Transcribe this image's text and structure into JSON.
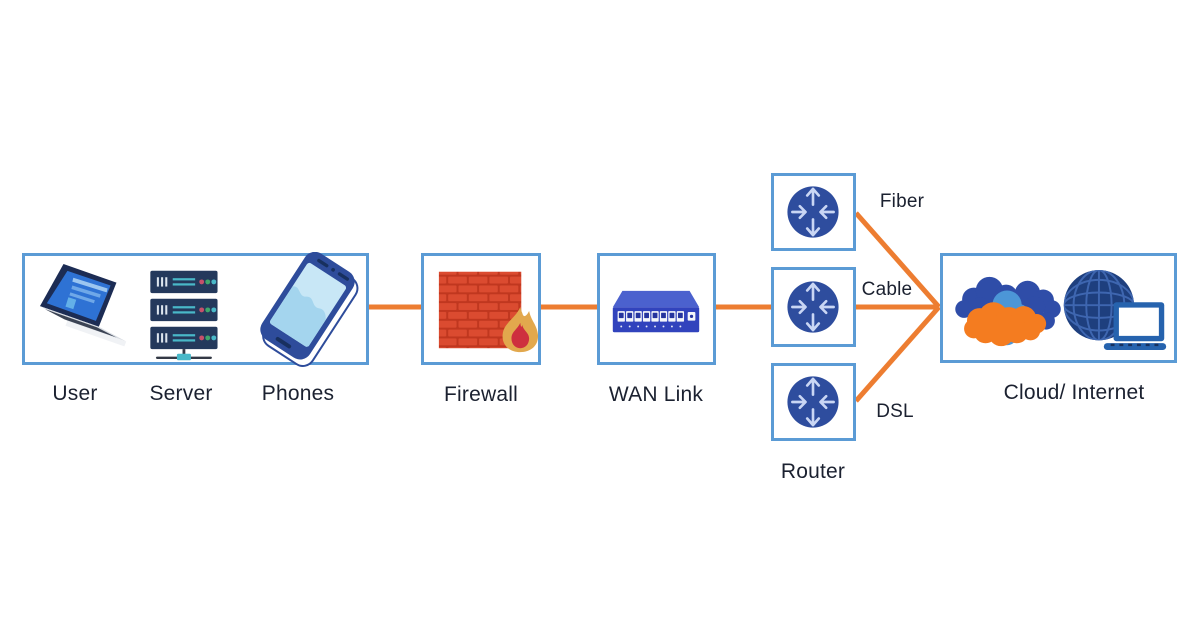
{
  "labels": {
    "user": "User",
    "server": "Server",
    "phones": "Phones",
    "firewall": "Firewall",
    "wan_link": "WAN Link",
    "fiber": "Fiber",
    "cable": "Cable",
    "dsl": "DSL",
    "router": "Router",
    "cloud": "Cloud/ Internet"
  },
  "icons": {
    "devices": [
      "laptop-icon",
      "server-icon",
      "smartphone-icon"
    ],
    "firewall": "firewall-brick-flame-icon",
    "wan_link": "network-switch-icon",
    "routers": [
      "router-icon",
      "router-icon",
      "router-icon"
    ],
    "cloud": [
      "cloud-icon",
      "globe-laptop-icon"
    ]
  },
  "edges": [
    {
      "from": "devices",
      "to": "firewall"
    },
    {
      "from": "firewall",
      "to": "wan-link"
    },
    {
      "from": "wan-link",
      "to": "router-cable"
    },
    {
      "from": "router-fiber",
      "to": "cloud",
      "link_type": "Fiber"
    },
    {
      "from": "router-cable",
      "to": "cloud",
      "link_type": "Cable"
    },
    {
      "from": "router-dsl",
      "to": "cloud",
      "link_type": "DSL"
    }
  ],
  "colors": {
    "box_border": "#5B9BD5",
    "connector": "#ED7D31",
    "label": "#1B2130",
    "router_fill": "#2E4D9E",
    "router_arrow": "#C9D6F4",
    "brick": "#DB4B30",
    "mortar": "#C0371F",
    "flame_outer": "#E2A84D",
    "flame_inner": "#CE2F3E",
    "cloud_dark": "#2F4DA8",
    "cloud_light": "#4C96D7",
    "cloud_orange": "#F47C20"
  }
}
